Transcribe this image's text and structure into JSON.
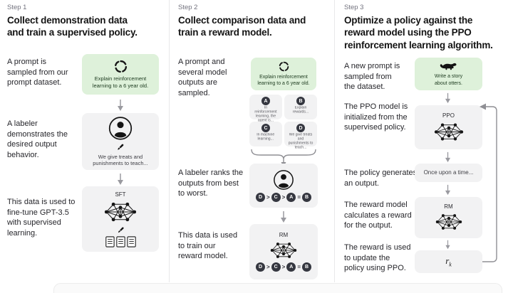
{
  "colors": {
    "green_box_bg": "#def1da",
    "green_box_text": "#1c3a1e",
    "gray_box_bg": "#f2f2f3",
    "rank_circle": "#353740",
    "arrow": "#9a9aa0",
    "divider": "#e8e8ea"
  },
  "c1": {
    "step": "Step 1",
    "heading": "Collect demonstration data\nand train a supervised policy.",
    "labels": [
      "A prompt is\nsampled from our\nprompt dataset.",
      "A labeler\ndemonstrates the\ndesired output\nbehavior.",
      "This data is used to\nfine-tune GPT-3.5\nwith supervised\nlearning."
    ],
    "prompt_box": {
      "text": "Explain reinforcement\nlearning to a 6 year old."
    },
    "labeler_box": {
      "text": "We give treats and\npunishments to teach..."
    },
    "sft_box": {
      "label": "SFT"
    }
  },
  "c2": {
    "step": "Step 2",
    "heading": "Collect comparison data and\ntrain a reward model.",
    "labels": [
      "A prompt and\nseveral model\noutputs are\nsampled.",
      "A labeler ranks the\noutputs from best\nto worst.",
      "This data is used\nto train our\nreward model."
    ],
    "prompt_box": {
      "text": "Explain reinforcement\nlearning to a 6 year old."
    },
    "outputs": [
      {
        "letter": "A",
        "text": "In reinforcement\nlearning, the\nagent is..."
      },
      {
        "letter": "B",
        "text": "Explain rewards..."
      },
      {
        "letter": "C",
        "text": "In machine\nlearning..."
      },
      {
        "letter": "D",
        "text": "We give treats and\npunishments to\nteach..."
      }
    ],
    "ranking": {
      "display": "D > C > A = B",
      "letters": [
        "D",
        "C",
        "A",
        "B"
      ],
      "separators": [
        ">",
        ">",
        "="
      ]
    },
    "rm_box": {
      "label": "RM"
    }
  },
  "c3": {
    "step": "Step 3",
    "heading": "Optimize a policy against the\nreward model using the PPO\nreinforcement learning algorithm.",
    "labels": [
      "A new prompt is\nsampled from\nthe dataset.",
      "The PPO model is\ninitialized from the\nsupervised policy.",
      "The policy generates\nan output.",
      "The reward model\ncalculates a reward\nfor the output.",
      "The reward is used\nto update the\npolicy using PPO."
    ],
    "prompt_box": {
      "text": "Write a story\nabout otters."
    },
    "ppo_box": {
      "label": "PPO"
    },
    "output_box": {
      "text": "Once upon a time..."
    },
    "rm_box": {
      "label": "RM"
    },
    "reward_box": {
      "symbol": "r",
      "subscript": "k"
    }
  }
}
